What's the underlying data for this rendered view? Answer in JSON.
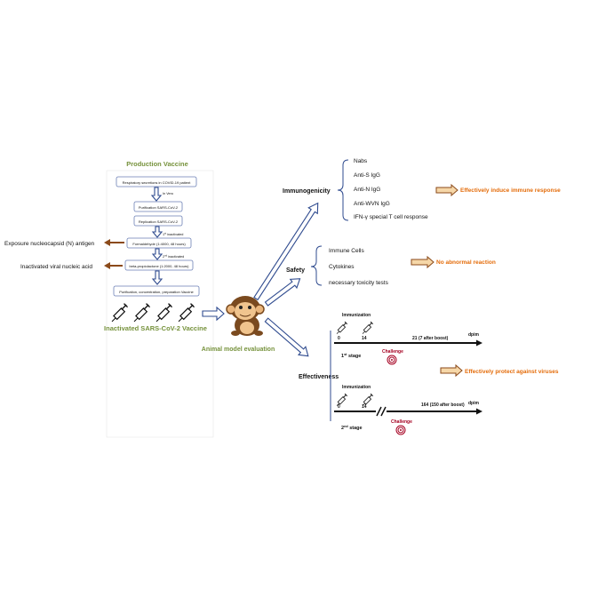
{
  "production": {
    "title": "Production Vaccine",
    "steps": [
      "Respiratory secretions in COVID-19 patient",
      "Purification SARS-CoV-2",
      "Replication SARS-CoV-2",
      "Formaldehyde (1:4000, 48 hours)",
      "beta-propiolactone (1:2000, 48 hours)",
      "Purification, concentration, preparation Vaccine"
    ],
    "invitro": "In Vero",
    "inact1_num": "1",
    "inact1_sup": "st",
    "inact1_rest": " inactivated",
    "inact2_num": "2",
    "inact2_sup": "nd",
    "inact2_rest": " inactivated",
    "final": "Inactivated SARS-CoV-2 Vaccine"
  },
  "side_notes": {
    "exposure": "Exposure nucleocapsid (N) antigen",
    "inactivated": "Inactivated viral nucleic acid"
  },
  "center": {
    "label": "Animal model evaluation"
  },
  "immunogenicity": {
    "title": "Immunogenicity",
    "items": [
      "Nabs",
      "Anti-S  IgG",
      "Anti-N  IgG",
      "Anti-WVN  IgG",
      "IFN-γ special T cell response"
    ],
    "result": "Effectively induce immune response"
  },
  "safety": {
    "title": "Safety",
    "items": [
      "Immune Cells",
      "Cytokines",
      "necessary toxicity tests"
    ],
    "result": "No abnormal reaction"
  },
  "effectiveness": {
    "title": "Effectiveness",
    "result": "Effectively protect against viruses",
    "stage1": {
      "immunization": "Immunization",
      "t0": "0",
      "t14": "14",
      "t_end": "21 (7 after boost)",
      "unit": "dpim",
      "stage_num": "1",
      "stage_sup": "st",
      "stage_rest": " stage",
      "challenge": "Challenge"
    },
    "stage2": {
      "immunization": "Immunization",
      "t0": "0",
      "t14": "14",
      "t_end": "164 (150 after boost)",
      "unit": "dpim",
      "stage_num": "2",
      "stage_sup": "nd",
      "stage_rest": " stage",
      "challenge": "Challenge"
    }
  },
  "colors": {
    "green": "#76923c",
    "orange": "#e46c0a",
    "navy": "#2f4b8f",
    "brown": "#8b4a1a",
    "maroon": "#a50021"
  }
}
